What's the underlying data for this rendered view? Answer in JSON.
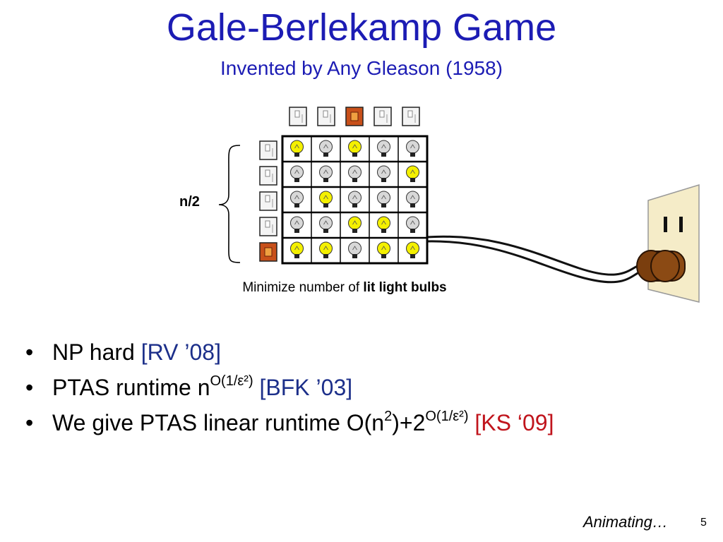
{
  "slide": {
    "title": "Gale-Berlekamp Game",
    "subtitle": "Invented by Any Gleason (1958)",
    "n_label": "n/2",
    "caption_prefix": "Minimize number of ",
    "caption_bold": "lit light bulbs",
    "bullets": [
      {
        "dot": "•",
        "text": "NP hard ",
        "cite": "[RV ’08]"
      },
      {
        "dot": "•",
        "text": "PTAS runtime n",
        "sup": "O(1/ε²)",
        "cite": " [BFK ’03]"
      },
      {
        "dot": "•",
        "text": "We give PTAS linear runtime O(n",
        "sup1": "2",
        "mid": ")+2",
        "sup2": "O(1/ε²)",
        "cite": " [KS ‘09]"
      }
    ],
    "footer": "Animating…",
    "page_number": "5"
  },
  "grid": {
    "rows": 5,
    "cols": 5,
    "lit": [
      [
        1,
        0,
        1,
        0,
        0
      ],
      [
        0,
        0,
        0,
        0,
        1
      ],
      [
        0,
        1,
        0,
        0,
        0
      ],
      [
        0,
        0,
        1,
        1,
        0
      ],
      [
        1,
        1,
        0,
        1,
        1
      ]
    ],
    "column_switches_on": [
      0,
      0,
      1,
      0,
      0
    ],
    "row_switches_on": [
      0,
      0,
      0,
      0,
      1
    ]
  },
  "colors": {
    "title": "#1c1cb4",
    "lit_bulb": "#f4f000",
    "unlit_bulb": "#d8d8d8",
    "outlet": "#f5ecc8",
    "plug": "#8b4a14",
    "cite_red": "#c0141c",
    "cite_blue": "#1c2f8a"
  }
}
